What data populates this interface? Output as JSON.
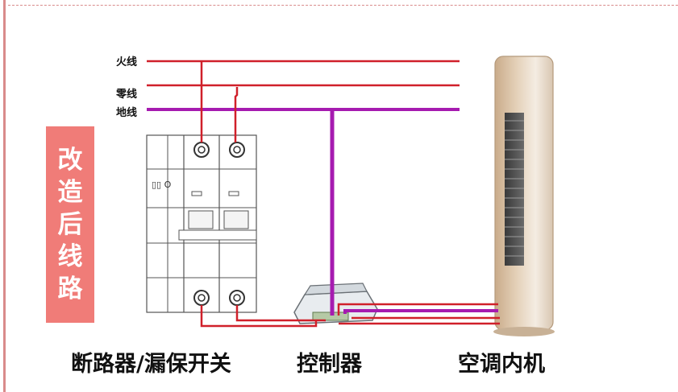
{
  "wires": {
    "live_label": "火线",
    "neutral_label": "零线",
    "ground_label": "地线"
  },
  "badge": {
    "chars": [
      "改",
      "造",
      "后",
      "线",
      "路"
    ]
  },
  "captions": {
    "breaker": "断路器/漏保开关",
    "controller": "控制器",
    "indoor_unit": "空调内机"
  },
  "colors": {
    "live_neutral_wire": "#d0202a",
    "ground_wire": "#a61bb0",
    "badge_bg": "#f07c78",
    "frame": "#d98b8b"
  }
}
